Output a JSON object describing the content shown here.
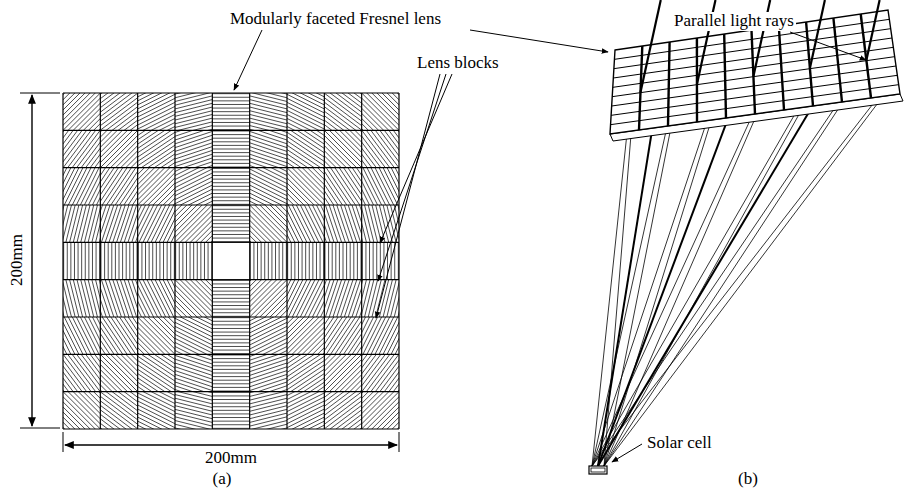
{
  "diagram": {
    "labels": [
      "Modularly faceted Fresnel lens",
      "Parallel light rays",
      "Lens blocks",
      "200mm",
      "Solar cell",
      "200mm",
      "(a)",
      "(b)"
    ]
  }
}
